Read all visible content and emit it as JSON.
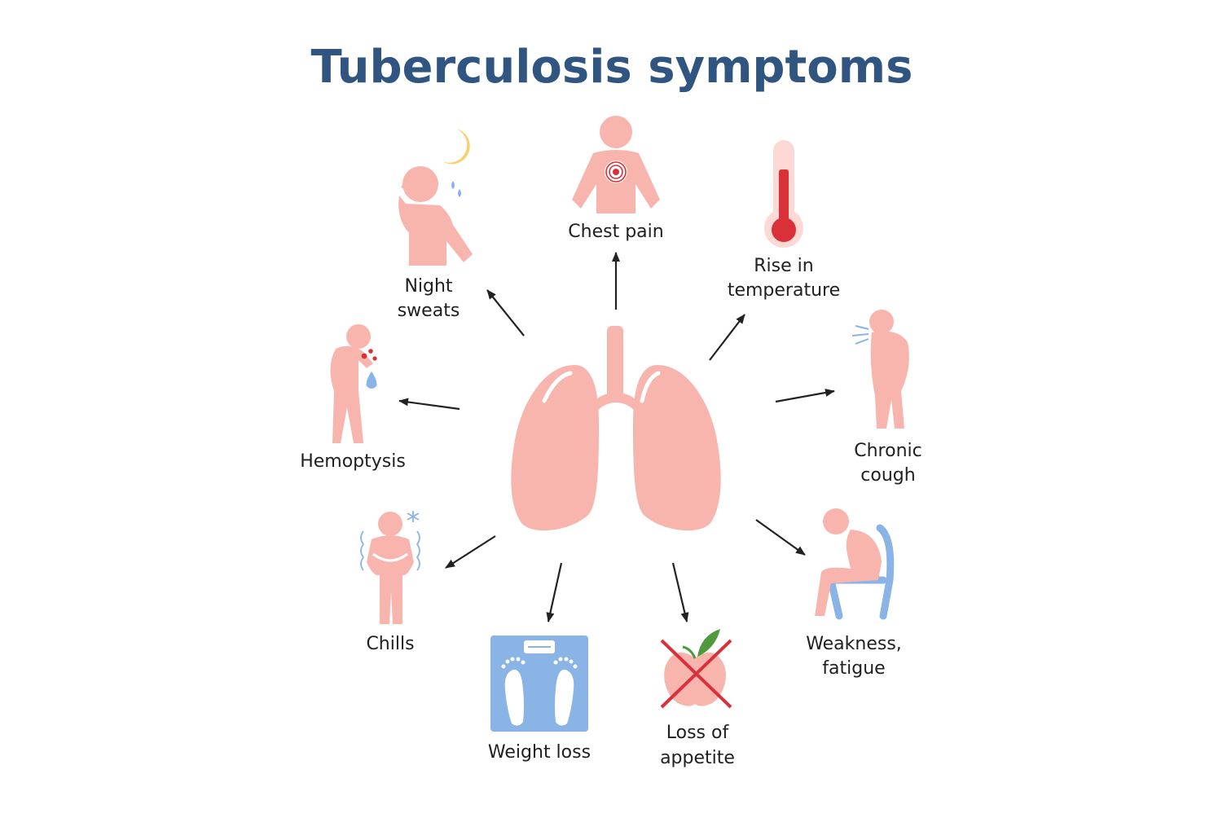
{
  "title": "Tuberculosis symptoms",
  "colors": {
    "title": "#2f5580",
    "figure": "#f7b5ad",
    "blood": "#d9303a",
    "accent_blue": "#8ab3e6",
    "moon": "#f7cf6b",
    "leaf": "#4e9a3c",
    "arrow": "#222222"
  },
  "center": {
    "icon": "lungs-icon"
  },
  "symptoms": {
    "chest_pain": {
      "label": "Chest pain",
      "icon": "chest-pain-icon"
    },
    "night_sweats": {
      "label_line1": "Night",
      "label_line2": "sweats",
      "icon": "night-sweats-icon"
    },
    "rise_in_temperature": {
      "label_line1": "Rise in",
      "label_line2": "temperature",
      "icon": "thermometer-icon"
    },
    "hemoptysis": {
      "label": "Hemoptysis",
      "icon": "hemoptysis-icon"
    },
    "chronic_cough": {
      "label_line1": "Chronic",
      "label_line2": "cough",
      "icon": "cough-icon"
    },
    "chills": {
      "label": "Chills",
      "icon": "chills-icon"
    },
    "weight_loss": {
      "label": "Weight loss",
      "icon": "scale-icon"
    },
    "loss_of_appetite": {
      "label_line1": "Loss of",
      "label_line2": "appetite",
      "icon": "crossed-apple-icon"
    },
    "weakness_fatigue": {
      "label_line1": "Weakness,",
      "label_line2": "fatigue",
      "icon": "seated-person-icon"
    }
  }
}
